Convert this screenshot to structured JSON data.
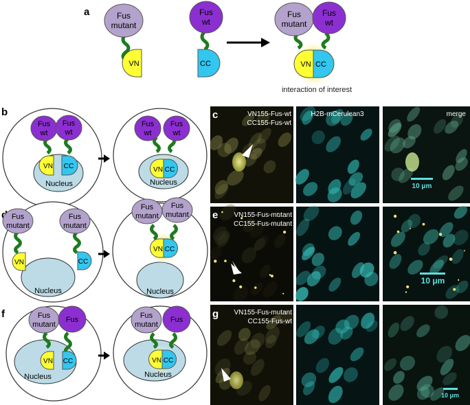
{
  "panel_letters": {
    "a": "a",
    "b": "b",
    "c": "c",
    "d": "d",
    "e": "e",
    "f": "f",
    "g": "g"
  },
  "protein_labels": {
    "fus": "Fus",
    "mutant": "mutant",
    "wt": "wt",
    "vn": "VN",
    "cc": "CC",
    "nucleus": "Nucleus"
  },
  "panel_a_caption": "interaction of interest",
  "micrograph_labels": {
    "c_line1": "VN155-Fus-wt",
    "c_line2": "CC155-Fus-wt",
    "e_line1": "VN155-Fus-mutant",
    "e_line2": "CC155-Fus-mutant",
    "g_line1": "VN155-Fus-mutant",
    "g_line2": "CC155-Fus-wt",
    "channel_cyan": "H2B-mCerulean3",
    "channel_merge": "merge"
  },
  "scale_bars": {
    "c": "10 μm",
    "e": "10 μm",
    "g": "10 μm"
  },
  "colors": {
    "fus_mutant": "#b3a2cc",
    "fus_wt": "#8c2fd1",
    "linker": "#1f7a1f",
    "vn": "#ffff33",
    "cc": "#33c6ee",
    "nucleus": "#bcdbe6",
    "glow": "#e8e640",
    "scale_bar": "#5fe0e0"
  }
}
